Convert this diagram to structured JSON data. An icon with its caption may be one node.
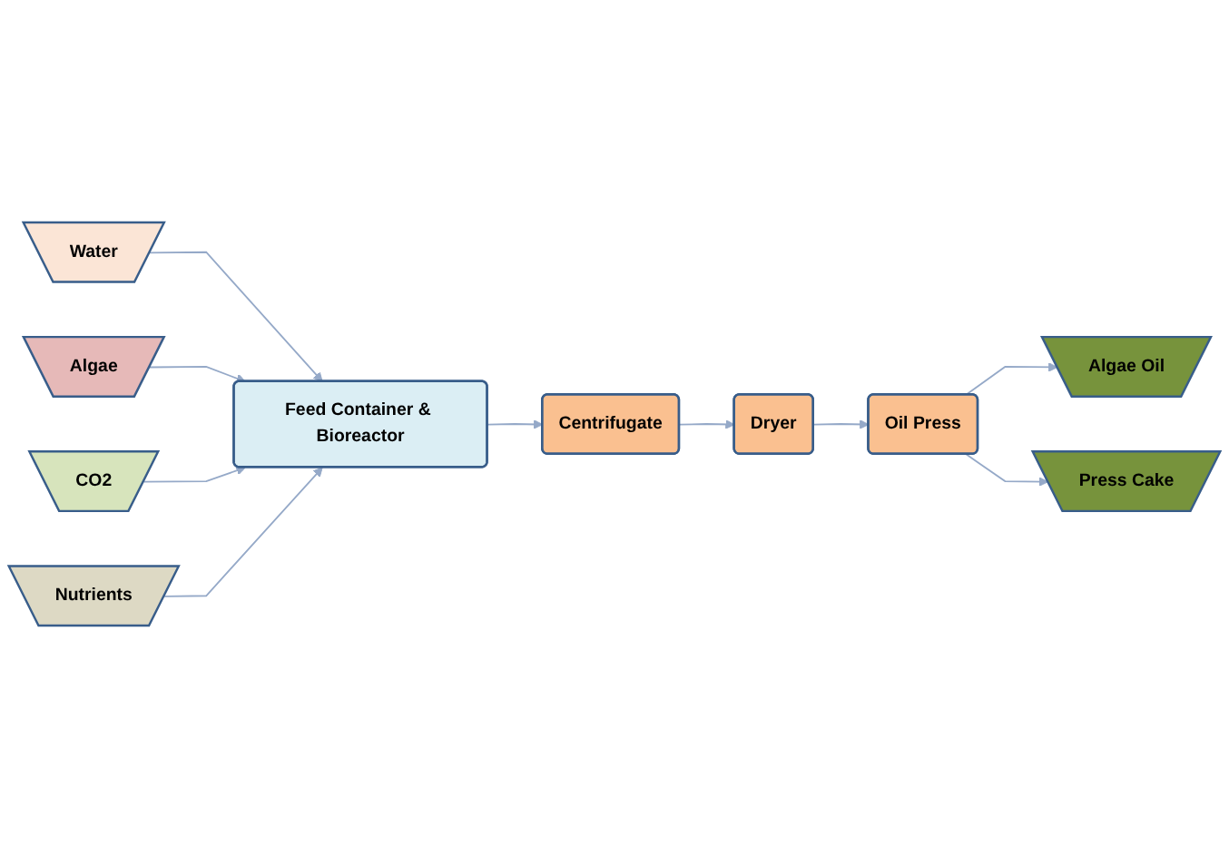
{
  "diagram": {
    "nodes": [
      {
        "text": [
          "Water"
        ]
      },
      {
        "text": [
          "Algae"
        ]
      },
      {
        "text": [
          "CO2"
        ]
      },
      {
        "text": [
          "Nutrients"
        ]
      },
      {
        "text": [
          "Feed Container & Bioreactor"
        ]
      },
      {
        "text": [
          "Centrifugate"
        ]
      },
      {
        "text": [
          "Dryer"
        ]
      },
      {
        "text": [
          "Oil Press"
        ]
      },
      {
        "text": [
          "Algae Oil"
        ]
      },
      {
        "text": [
          "Press Cake"
        ]
      }
    ],
    "edges": [
      {
        "from": 0,
        "to": 4,
        "arrow": "to"
      },
      {
        "from": 1,
        "to": 4,
        "arrow": "to"
      },
      {
        "from": 2,
        "to": 4,
        "arrow": "to"
      },
      {
        "from": 3,
        "to": 4,
        "arrow": "to"
      },
      {
        "from": 4,
        "to": 5,
        "arrow": "to"
      },
      {
        "from": 5,
        "to": 6,
        "arrow": "to"
      },
      {
        "from": 6,
        "to": 7,
        "arrow": "to"
      },
      {
        "from": 7,
        "to": 8,
        "arrow": "to"
      },
      {
        "from": 7,
        "to": 9,
        "arrow": "to"
      }
    ]
  }
}
